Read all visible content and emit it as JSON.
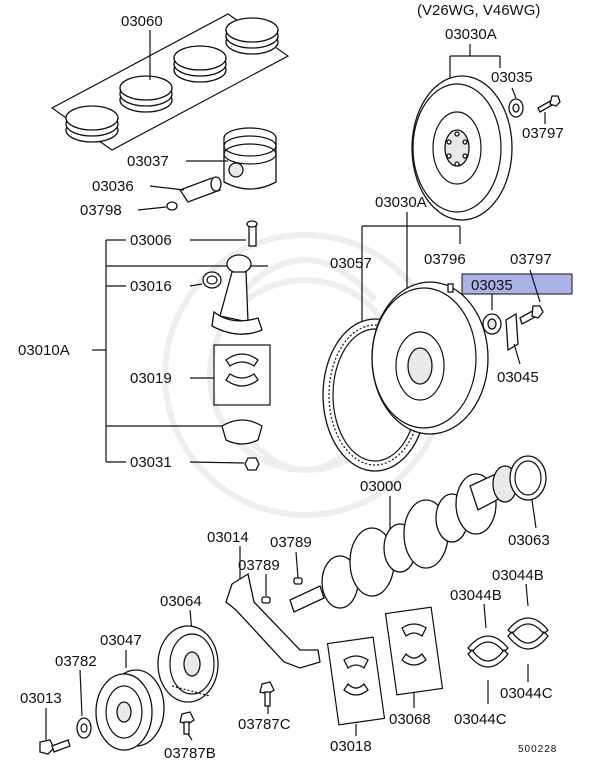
{
  "header": {
    "variant_note": "(V26WG, V46WG)"
  },
  "labels": {
    "p03060": "03060",
    "p03037": "03037",
    "p03036": "03036",
    "p03798": "03798",
    "p03006": "03006",
    "p03016": "03016",
    "p03010A": "03010A",
    "p03019": "03019",
    "p03031": "03031",
    "p03030A_top": "03030A",
    "p03035_top": "03035",
    "p03797_top": "03797",
    "p03030A_mid": "03030A",
    "p03057": "03057",
    "p03796": "03796",
    "p03797_mid": "03797",
    "p03035_highlight": "03035",
    "p03045": "03045",
    "p03000": "03000",
    "p03063": "03063",
    "p03014": "03014",
    "p03789_a": "03789",
    "p03789_b": "03789",
    "p03064": "03064",
    "p03047": "03047",
    "p03782": "03782",
    "p03013": "03013",
    "p03787C": "03787C",
    "p03787B": "03787B",
    "p03018": "03018",
    "p03068": "03068",
    "p03044B_a": "03044B",
    "p03044B_b": "03044B",
    "p03044C_a": "03044C",
    "p03044C_b": "03044C"
  },
  "footer": {
    "diagram_code": "500228"
  },
  "colors": {
    "highlight": "#aab3e8",
    "line": "#111111",
    "watermark": "#eeeeee"
  }
}
